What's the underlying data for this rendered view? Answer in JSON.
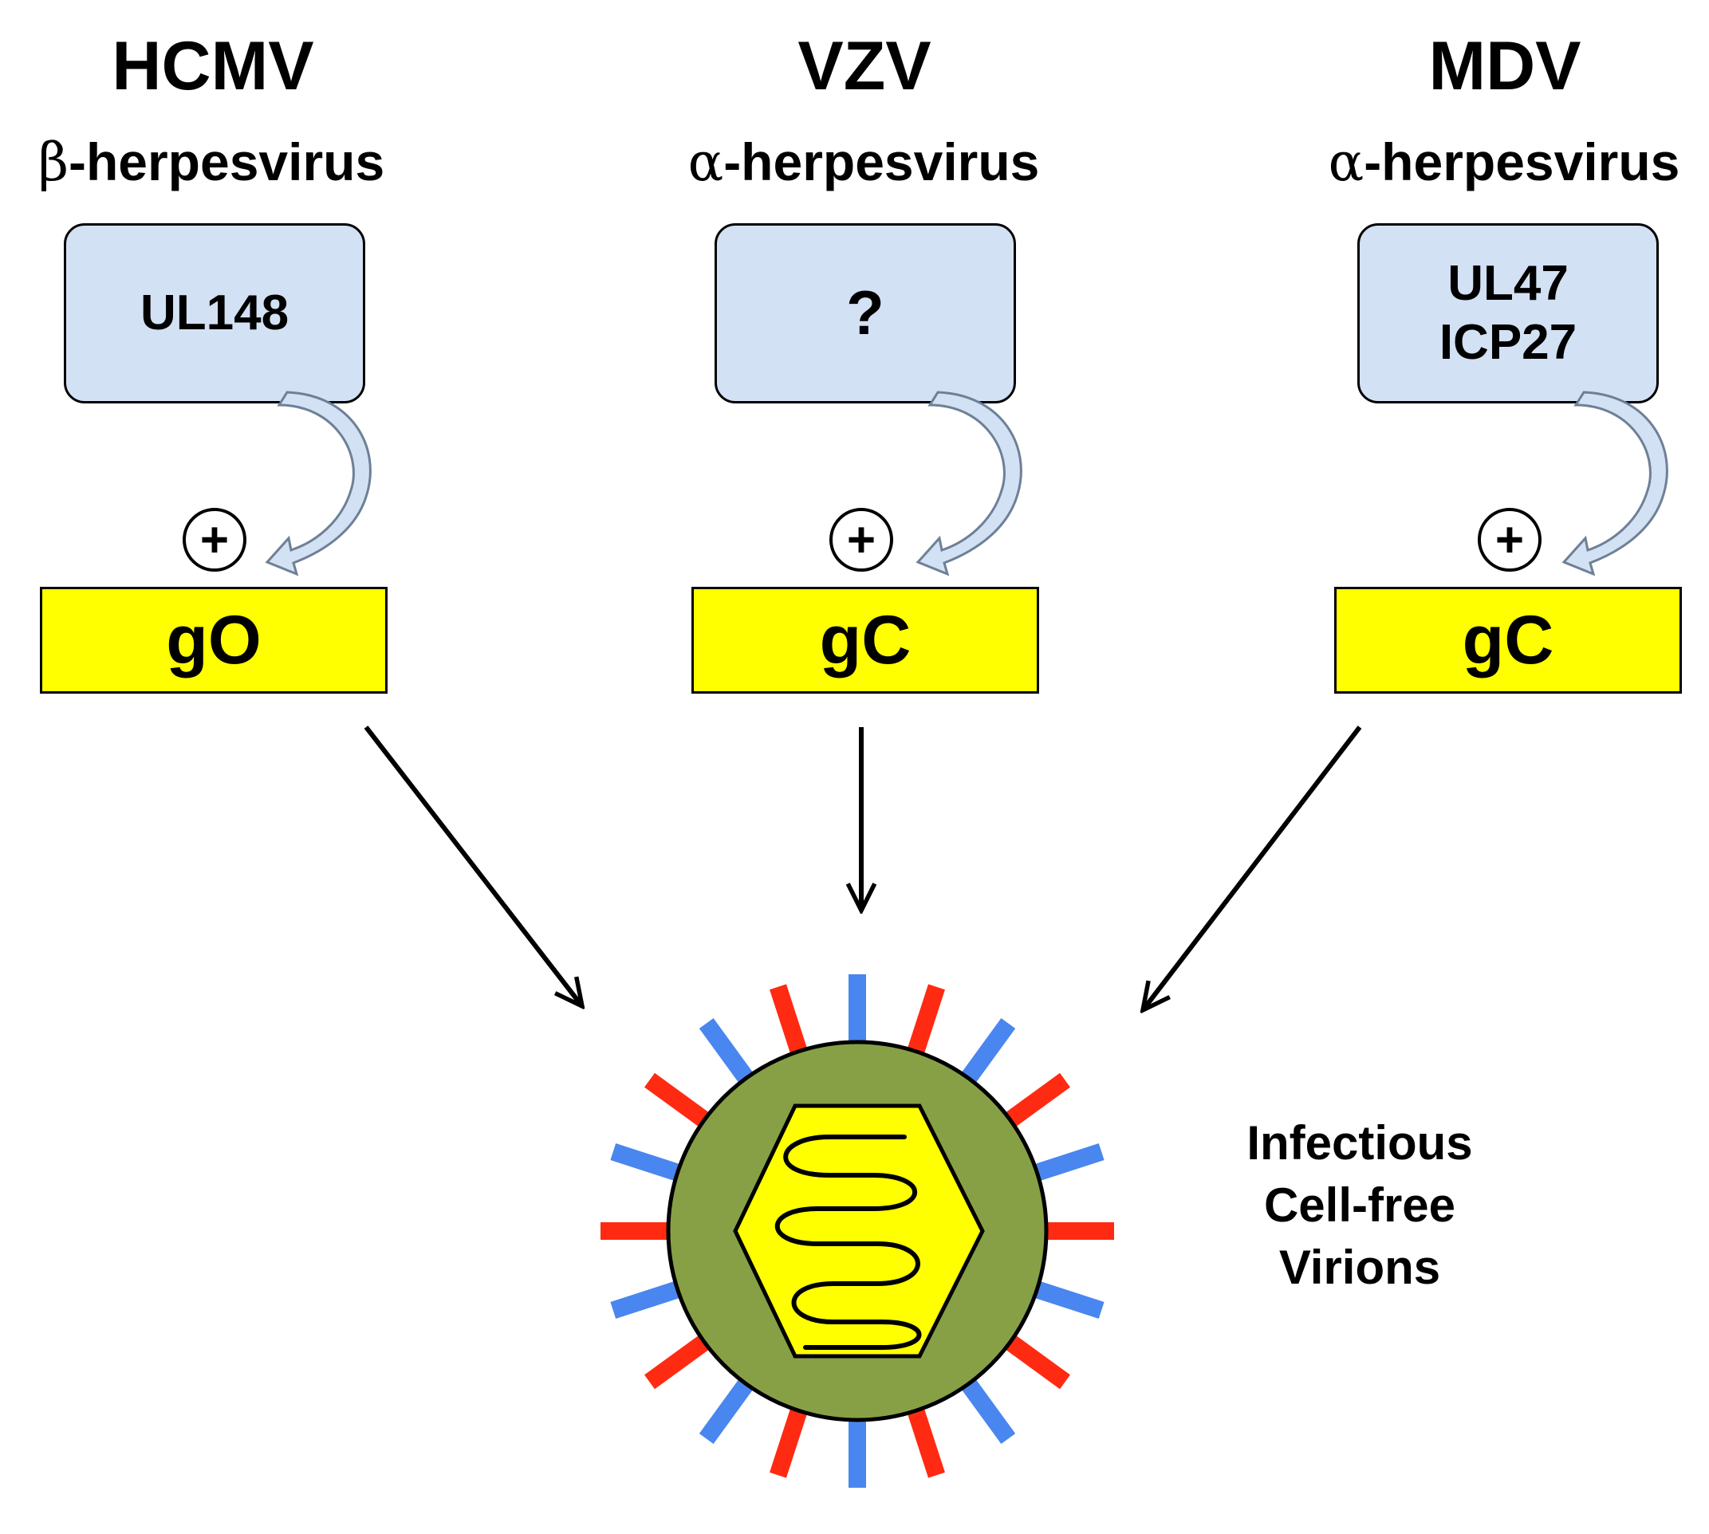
{
  "columns": [
    {
      "virus": "HCMV",
      "greek": "β",
      "class_suffix": "-herpesvirus",
      "regulators": [
        "UL148"
      ],
      "glycoprotein": "gO"
    },
    {
      "virus": "VZV",
      "greek": "α",
      "class_suffix": "-herpesvirus",
      "regulators": [
        "?"
      ],
      "glycoprotein": "gC"
    },
    {
      "virus": "MDV",
      "greek": "α",
      "class_suffix": "-herpesvirus",
      "regulators": [
        "UL47",
        "ICP27"
      ],
      "glycoprotein": "gC"
    }
  ],
  "plus_symbol": "+",
  "outcome_label": [
    "Infectious",
    "Cell-free",
    "Virions"
  ],
  "colors": {
    "regulator_box": "#d2e1f3",
    "glycoprotein_box": "#ffff00",
    "virion_envelope": "#87a046",
    "capsid": "#ffff00",
    "spike_red": "#ff2a12",
    "spike_blue": "#4a86f0"
  }
}
